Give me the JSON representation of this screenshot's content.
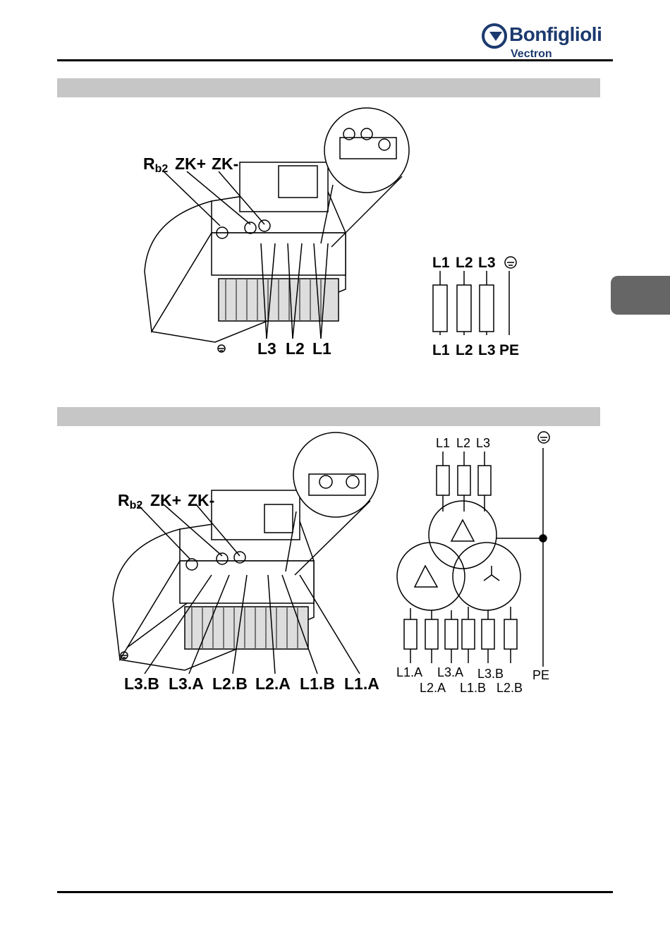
{
  "header": {
    "brand": "Bonfiglioli",
    "sub_brand": "Vectron"
  },
  "figure1": {
    "labels": {
      "rb": "R",
      "rb_sub": "b2",
      "zk_plus": "ZK+",
      "zk_minus": "ZK-",
      "l3": "L3",
      "l2": "L2",
      "l1": "L1"
    },
    "schematic": {
      "top": [
        "L1",
        "L2",
        "L3"
      ],
      "bottom": [
        "L1",
        "L2",
        "L3",
        "PE"
      ]
    }
  },
  "figure2": {
    "labels": {
      "rb": "R",
      "rb_sub": "b2",
      "zk_plus": "ZK+",
      "zk_minus": "ZK-",
      "terminals": [
        "L3.B",
        "L3.A",
        "L2.B",
        "L2.A",
        "L1.B",
        "L1.A"
      ]
    },
    "schematic": {
      "top": [
        "L1",
        "L2",
        "L3"
      ],
      "pe": "PE",
      "bottom_row1": [
        "L1.A",
        "L3.A",
        "L2.B"
      ],
      "bottom_row2": [
        "L2.A",
        "L1.B",
        "L3.B"
      ]
    }
  },
  "colors": {
    "bar": "#c6c6c6",
    "tab": "#666666",
    "brand": "#1c3a6e"
  }
}
